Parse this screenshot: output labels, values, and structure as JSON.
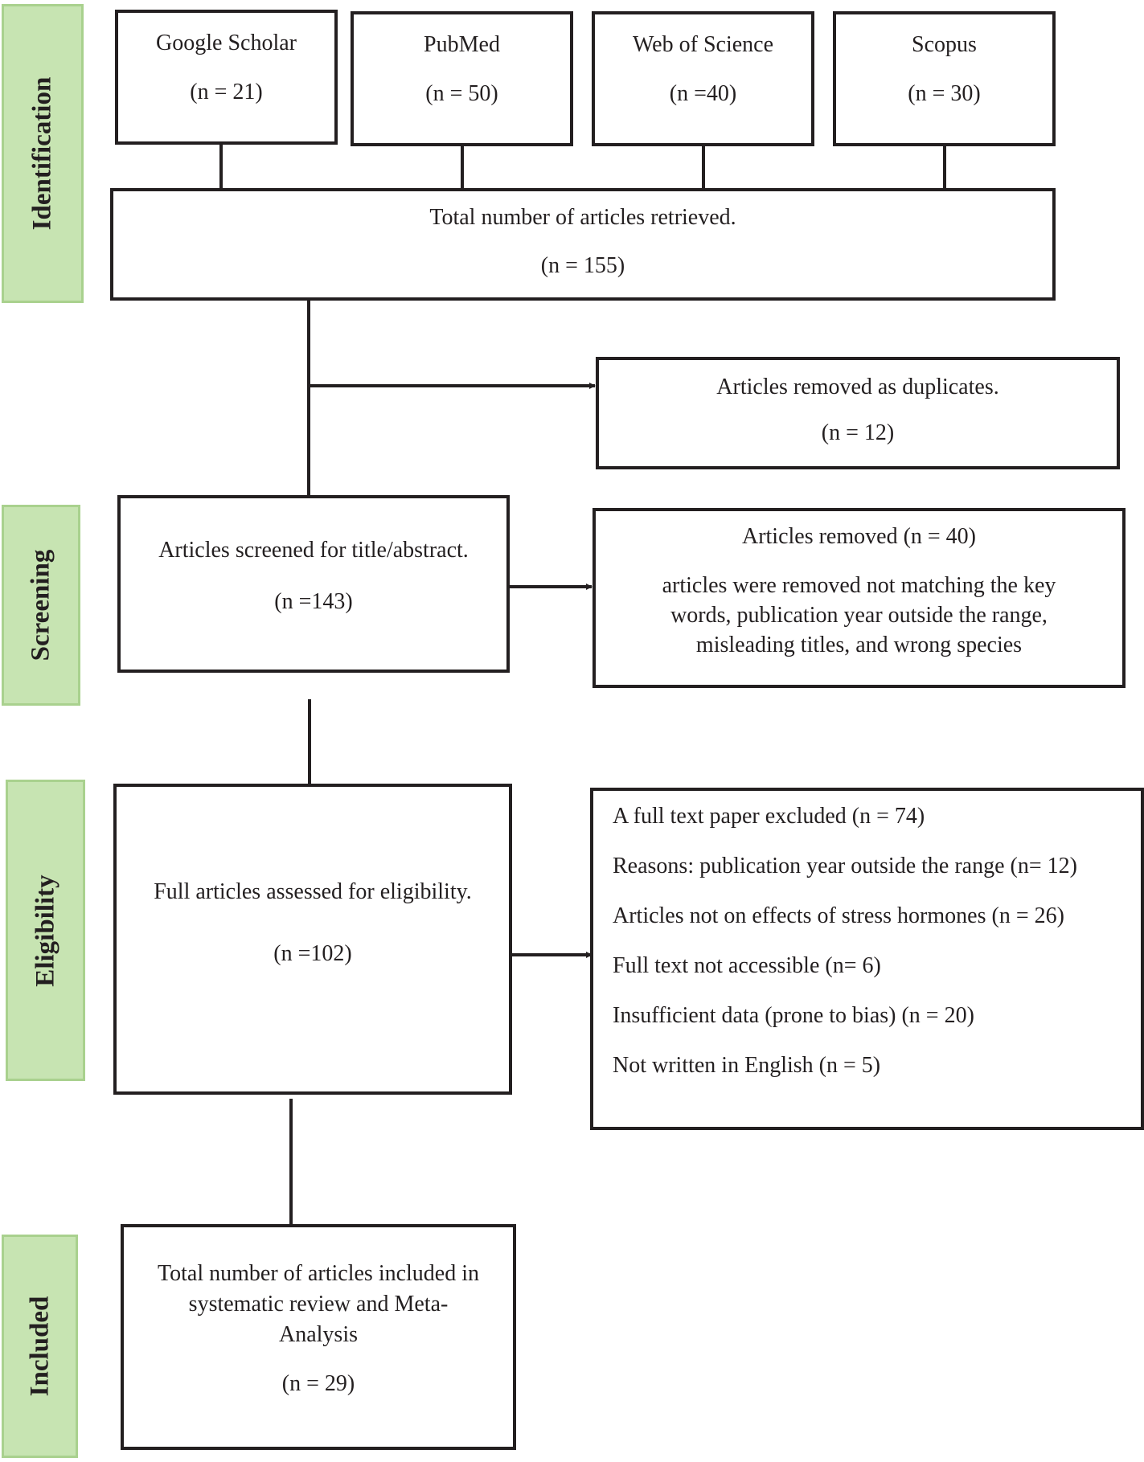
{
  "phases": {
    "identification": "Identification",
    "screening": "Screening",
    "eligibility": "Eligibility",
    "included": "Included"
  },
  "sources": [
    {
      "name": "Google Scholar",
      "count": "(n = 21)"
    },
    {
      "name": "PubMed",
      "count": "(n = 50)"
    },
    {
      "name": "Web of Science",
      "count": "(n =40)"
    },
    {
      "name": "Scopus",
      "count": "(n = 30)"
    }
  ],
  "total": {
    "label": "Total number of articles retrieved.",
    "count": "(n = 155)"
  },
  "duplicates": {
    "label": "Articles removed as duplicates.",
    "count": "(n = 12)"
  },
  "screened": {
    "label": "Articles screened for title/abstract.",
    "count": "(n =143)"
  },
  "removed": {
    "label": "Articles removed (n = 40)",
    "detail_lines": [
      "articles were removed not matching the key",
      "words, publication year outside the range,",
      "misleading titles, and wrong species"
    ]
  },
  "assessed": {
    "label": "Full articles assessed for eligibility.",
    "count": "(n =102)"
  },
  "excluded": {
    "lines": [
      "A full text paper excluded (n = 74)",
      "Reasons: publication year outside the range (n= 12)",
      "Articles not on effects of stress hormones (n = 26)",
      "Full text not accessible (n= 6)",
      "Insufficient data (prone to bias) (n = 20)",
      "Not written in English (n = 5)"
    ]
  },
  "included": {
    "label_lines": [
      "Total number of articles included in",
      "systematic review and Meta-",
      "Analysis"
    ],
    "count": "(n = 29)"
  },
  "colors": {
    "phase_fill": "#c7e4b2",
    "phase_border": "#a9d18e",
    "line": "#231f20"
  }
}
